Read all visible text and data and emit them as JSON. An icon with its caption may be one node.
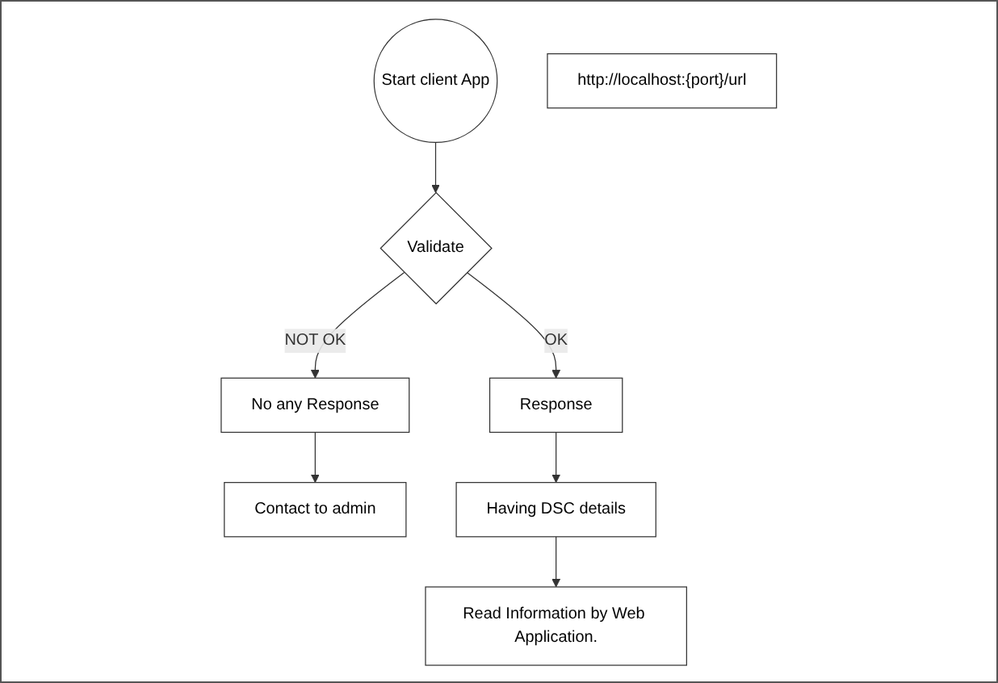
{
  "diagram": {
    "nodes": [
      {
        "text": [
          "Start client App"
        ]
      },
      {
        "text": [
          "http://localhost:{port}/url"
        ]
      },
      {
        "text": [
          "Validate"
        ]
      },
      {
        "text": [
          "No any Response"
        ]
      },
      {
        "text": [
          "Response"
        ]
      },
      {
        "text": [
          "Contact to admin"
        ]
      },
      {
        "text": [
          "Having DSC details"
        ]
      },
      {
        "text": [
          "Read Information by Web Application."
        ]
      }
    ],
    "edges": [
      {
        "from": 0,
        "to": 2,
        "arrow": "to"
      },
      {
        "from": 2,
        "to": 3,
        "arrow": "to",
        "label": "NOT OK"
      },
      {
        "from": 2,
        "to": 4,
        "arrow": "to",
        "label": "OK"
      },
      {
        "from": 3,
        "to": 5,
        "arrow": "to"
      },
      {
        "from": 4,
        "to": 6,
        "arrow": "to"
      },
      {
        "from": 6,
        "to": 7,
        "arrow": "to"
      }
    ]
  }
}
